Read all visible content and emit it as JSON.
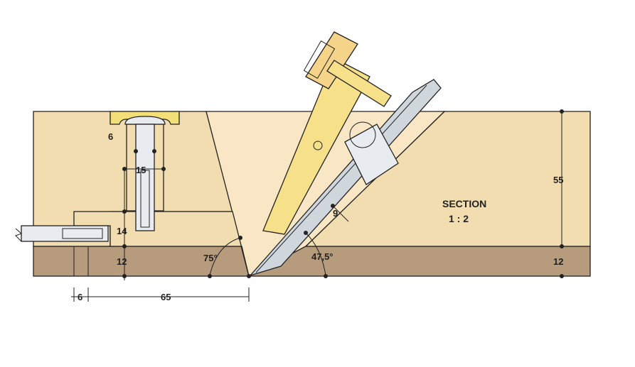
{
  "title": {
    "line1": "SECTION",
    "line2": "1 : 2"
  },
  "dimensions": {
    "bolt_head": "6",
    "bolt_width": "15",
    "slot_depth": "14",
    "base_thickness_left": "12",
    "angle_left": "75°",
    "angle_right": "47,5°",
    "blade_thickness": "9",
    "plank_height": "55",
    "base_thickness_right": "12",
    "offset_small": "6",
    "offset_long": "65"
  },
  "colors": {
    "plank": "#f2ddb0",
    "plank_cut": "#f8e6c4",
    "base": "#b69b7c",
    "mallet_handle": "#f6e08a",
    "mallet_head": "#f5d48a",
    "chisel": "#cfd6dc",
    "bolt": "#e8ecf0",
    "clamp": "#f3df78"
  }
}
